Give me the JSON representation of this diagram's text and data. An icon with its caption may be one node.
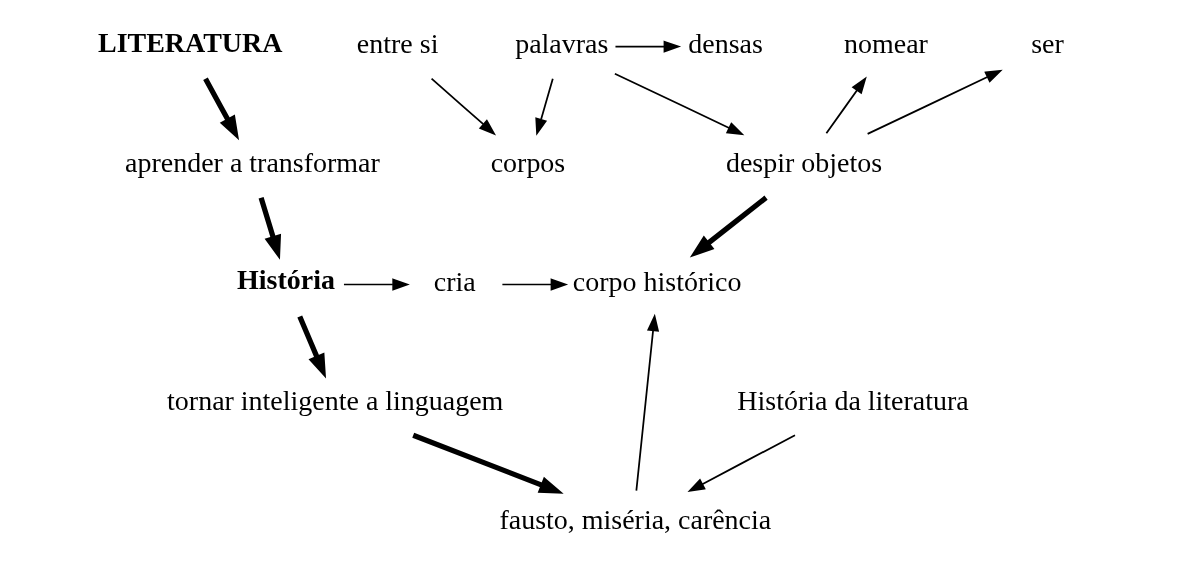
{
  "diagram": {
    "nodes": [
      {
        "text": [
          "LITERATURA"
        ]
      },
      {
        "text": [
          "palavras"
        ]
      },
      {
        "text": [
          "densas"
        ]
      },
      {
        "text": [
          "nomear"
        ]
      },
      {
        "text": [
          "ser"
        ]
      },
      {
        "text": [
          "aprender a transformar"
        ]
      },
      {
        "text": [
          "corpos"
        ]
      },
      {
        "text": [
          "despir objetos"
        ]
      },
      {
        "text": [
          "entre si"
        ]
      },
      {
        "text": [
          "História"
        ]
      },
      {
        "text": [
          "cria"
        ]
      },
      {
        "text": [
          "corpo histórico"
        ]
      },
      {
        "text": [
          "fausto, miséria, carência"
        ]
      },
      {
        "text": [
          "tornar inteligente a linguagem"
        ]
      },
      {
        "text": [
          "História da literatura"
        ]
      }
    ],
    "edges": [
      {
        "from": 0,
        "to": 5,
        "arrow": "to",
        "style": "thick"
      },
      {
        "from": 1,
        "to": 2,
        "arrow": "to"
      },
      {
        "from": 1,
        "to": 6,
        "arrow": "to"
      },
      {
        "from": 1,
        "to": 7,
        "arrow": "to"
      },
      {
        "from": 7,
        "to": 3,
        "arrow": "to"
      },
      {
        "from": 7,
        "to": 4,
        "arrow": "to"
      },
      {
        "from": 8,
        "to": 6,
        "arrow": "to"
      },
      {
        "from": 5,
        "to": 9,
        "arrow": "to",
        "style": "thick"
      },
      {
        "from": 7,
        "to": 11,
        "arrow": "to",
        "style": "thick"
      },
      {
        "from": 9,
        "to": 10,
        "arrow": "to"
      },
      {
        "from": 10,
        "to": 11,
        "arrow": "to"
      },
      {
        "from": 12,
        "to": 11,
        "arrow": "to"
      },
      {
        "from": 9,
        "to": 13,
        "arrow": "to",
        "style": "thick"
      },
      {
        "from": 13,
        "to": 12,
        "arrow": "to",
        "style": "thick"
      },
      {
        "from": 14,
        "to": 12,
        "arrow": "to"
      }
    ]
  }
}
